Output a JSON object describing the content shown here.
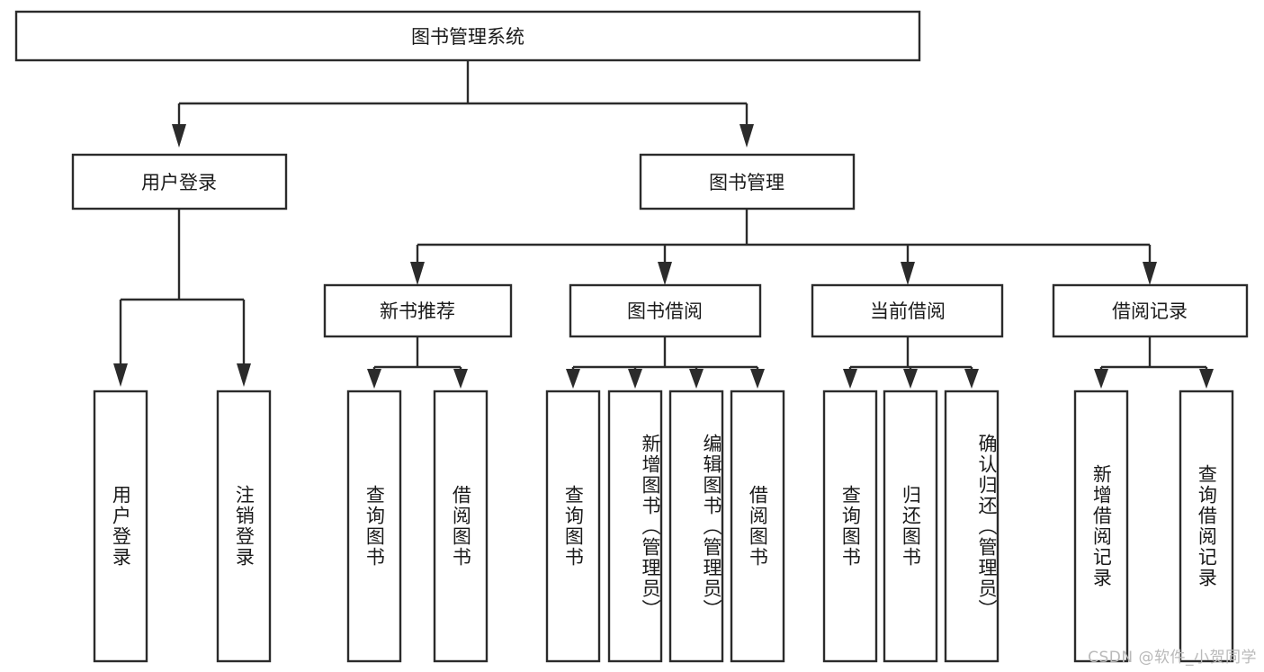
{
  "diagram": {
    "title": "图书管理系统",
    "type": "tree-hierarchy",
    "root": {
      "label": "图书管理系统"
    },
    "level2": [
      {
        "label": "用户登录"
      },
      {
        "label": "图书管理"
      }
    ],
    "level3": [
      {
        "label": "新书推荐"
      },
      {
        "label": "图书借阅"
      },
      {
        "label": "当前借阅"
      },
      {
        "label": "借阅记录"
      }
    ],
    "leaves": [
      {
        "label": "用户登录",
        "parent": "用户登录"
      },
      {
        "label": "注销登录",
        "parent": "用户登录"
      },
      {
        "label": "查询图书",
        "parent": "新书推荐"
      },
      {
        "label": "借阅图书",
        "parent": "新书推荐"
      },
      {
        "label": "查询图书",
        "parent": "图书借阅"
      },
      {
        "label": "新增图书（管理员）",
        "parent": "图书借阅"
      },
      {
        "label": "编辑图书（管理员）",
        "parent": "图书借阅"
      },
      {
        "label": "借阅图书",
        "parent": "图书借阅"
      },
      {
        "label": "查询图书",
        "parent": "当前借阅"
      },
      {
        "label": "归还图书",
        "parent": "当前借阅"
      },
      {
        "label": "确认归还（管理员）",
        "parent": "当前借阅"
      },
      {
        "label": "新增借阅记录",
        "parent": "借阅记录"
      },
      {
        "label": "查询借阅记录",
        "parent": "借阅记录"
      }
    ]
  },
  "watermark": {
    "text": "CSDN @软件_小贺同学"
  },
  "colors": {
    "box_stroke": "#2b2b2b",
    "box_fill": "#ffffff",
    "text": "#1a1a1a",
    "watermark": "#b9b9b9",
    "background": "#ffffff"
  }
}
